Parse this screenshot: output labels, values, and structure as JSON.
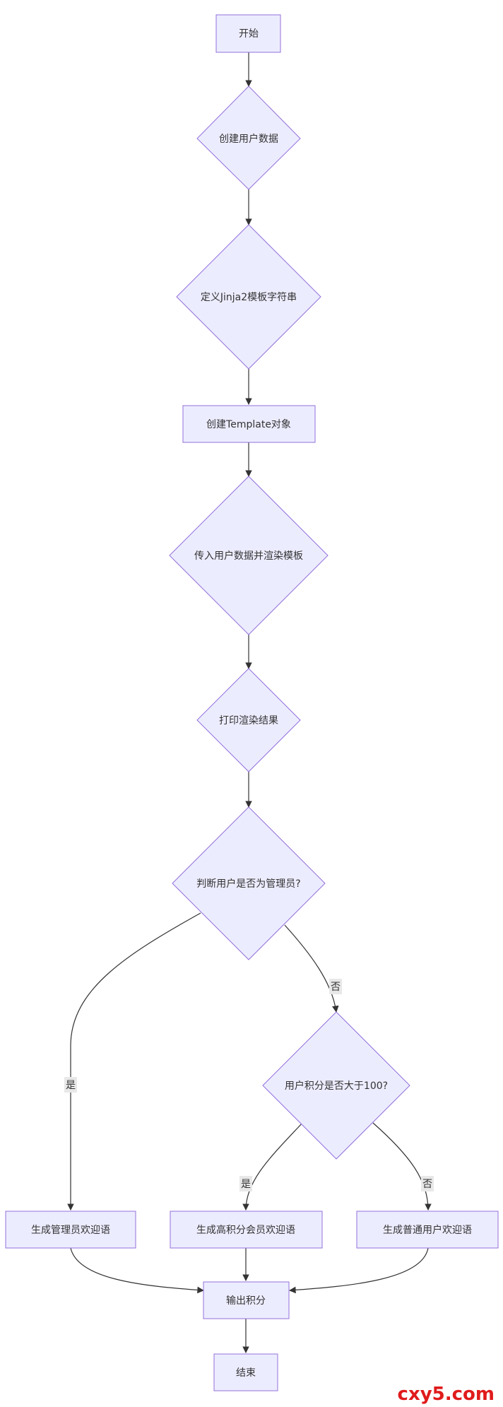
{
  "nodes": {
    "start": "开始",
    "create_user_data": "创建用户数据",
    "define_template_string": "定义Jinja2模板字符串",
    "create_template_object": "创建Template对象",
    "render_template": "传入用户数据并渲染模板",
    "print_result": "打印渲染结果",
    "is_admin": "判断用户是否为管理员?",
    "points_over_100": "用户积分是否大于100?",
    "admin_greeting": "生成管理员欢迎语",
    "vip_greeting": "生成高积分会员欢迎语",
    "normal_greeting": "生成普通用户欢迎语",
    "output_points": "输出积分",
    "end": "结束"
  },
  "edge_labels": {
    "admin_yes": "是",
    "admin_no": "否",
    "points_yes": "是",
    "points_no": "否"
  },
  "watermark": "cxy5.com",
  "colors": {
    "node_fill": "#ECECFF",
    "node_stroke": "#9370DB",
    "edge": "#333333",
    "label_bg": "#E8E8E8",
    "watermark": "#E01B1B"
  }
}
